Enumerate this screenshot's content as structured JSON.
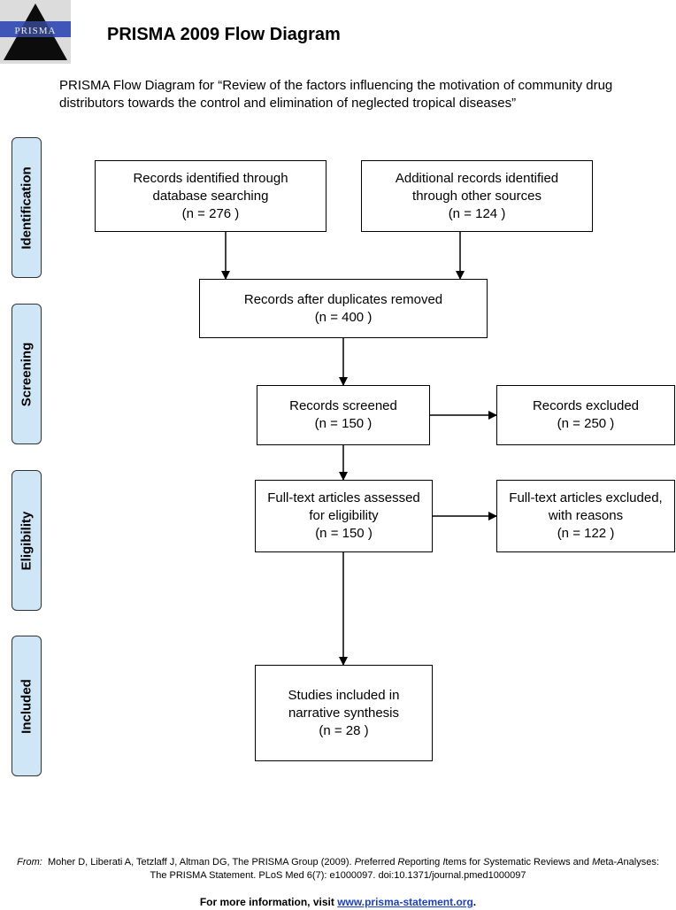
{
  "header": {
    "logo_text": "PRISMA",
    "title": "PRISMA 2009 Flow Diagram",
    "subtitle": "PRISMA Flow Diagram for “Review of the factors influencing the motivation of community drug distributors towards the control and elimination of neglected tropical diseases”"
  },
  "stages": {
    "identification": "Identification",
    "screening": "Screening",
    "eligibility": "Eligibility",
    "included": "Included"
  },
  "boxes": {
    "db_search": {
      "line1": "Records identified through",
      "line2": "database searching",
      "count": "(n = 276  )"
    },
    "other_sources": {
      "line1": "Additional records identified",
      "line2": "through other sources",
      "count": "(n = 124 )"
    },
    "after_duplicates": {
      "line1": "Records after duplicates removed",
      "count": "(n = 400  )"
    },
    "screened": {
      "line1": "Records screened",
      "count": "(n = 150  )"
    },
    "excluded": {
      "line1": "Records excluded",
      "count": "(n = 250  )"
    },
    "fulltext_assessed": {
      "line1": "Full-text articles assessed",
      "line2": "for eligibility",
      "count": "(n = 150  )"
    },
    "fulltext_excluded": {
      "line1": "Full-text articles excluded,",
      "line2": "with reasons",
      "count": "(n = 122  )"
    },
    "included_studies": {
      "line1": "Studies included in",
      "line2": "narrative synthesis",
      "count": "(n = 28   )"
    }
  },
  "citation": {
    "from_label": "From:",
    "authors": "Moher D, Liberati A, Tetzlaff J, Altman DG, The PRISMA Group (2009).",
    "p1": "P",
    "p1rest": "referred ",
    "p2": "R",
    "p2rest": "eporting ",
    "p3": "I",
    "p3rest": "tems for ",
    "p4": "S",
    "p4rest": "ystematic Reviews and ",
    "p5": "M",
    "p5rest": "eta-",
    "p6": "A",
    "p6rest": "nalyses: The PRISMA Statement. PLoS Med 6(7): e1000097. doi:10.1371/journal.pmed1000097"
  },
  "footer": {
    "prefix": "For more information, visit ",
    "link": "www.prisma-statement.org",
    "suffix": "."
  }
}
